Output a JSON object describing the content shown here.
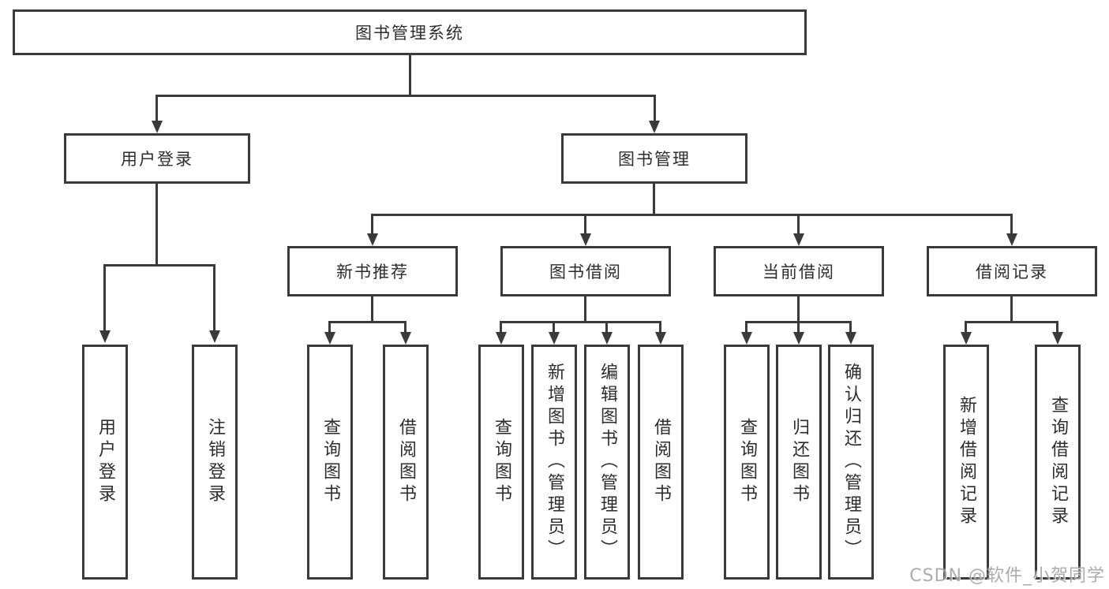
{
  "page": {
    "background": "#ffffff"
  },
  "diagram": {
    "type": "hierarchy-tree",
    "line_color": "#3a3a3a",
    "text_color": "#2d2d2d",
    "nodes": {
      "root": "图书管理系统",
      "user_login": "用户登录",
      "book_mgmt": "图书管理",
      "new_book_rec": "新书推荐",
      "book_borrow": "图书借阅",
      "current_borrow": "当前借阅",
      "borrow_record": "借阅记录",
      "user_login_leaf": "用户登录",
      "logout_leaf": "注销登录",
      "rec_query_book": "查询图书",
      "rec_borrow_book": "借阅图书",
      "bb_query_book": "查询图书",
      "bb_add_book": "新增图书（管理员）",
      "bb_edit_book": "编辑图书（管理员）",
      "bb_borrow_book": "借阅图书",
      "cb_query_book": "查询图书",
      "cb_return_book": "归还图书",
      "cb_confirm_return": "确认归还（管理员）",
      "br_add_record": "新增借阅记录",
      "br_query_record": "查询借阅记录"
    },
    "structure": {
      "label": "图书管理系统",
      "children": [
        {
          "label": "用户登录",
          "children": [
            {
              "label": "用户登录"
            },
            {
              "label": "注销登录"
            }
          ]
        },
        {
          "label": "图书管理",
          "children": [
            {
              "label": "新书推荐",
              "children": [
                {
                  "label": "查询图书"
                },
                {
                  "label": "借阅图书"
                }
              ]
            },
            {
              "label": "图书借阅",
              "children": [
                {
                  "label": "查询图书"
                },
                {
                  "label": "新增图书（管理员）"
                },
                {
                  "label": "编辑图书（管理员）"
                },
                {
                  "label": "借阅图书"
                }
              ]
            },
            {
              "label": "当前借阅",
              "children": [
                {
                  "label": "查询图书"
                },
                {
                  "label": "归还图书"
                },
                {
                  "label": "确认归还（管理员）"
                }
              ]
            },
            {
              "label": "借阅记录",
              "children": [
                {
                  "label": "新增借阅记录"
                },
                {
                  "label": "查询借阅记录"
                }
              ]
            }
          ]
        }
      ]
    }
  },
  "watermark": {
    "text": "CSDN @软件_小贺同学",
    "color": "#9e9e9e"
  }
}
